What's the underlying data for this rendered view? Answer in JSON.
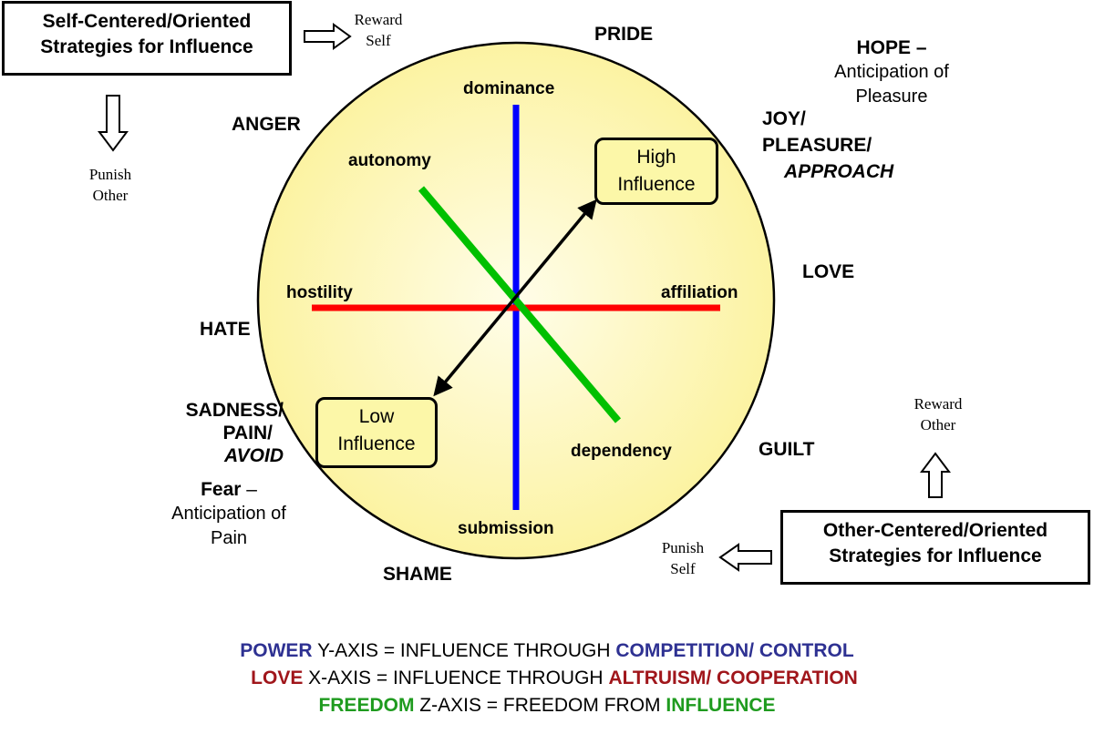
{
  "colors": {
    "power": "#2e3192",
    "love": "#a0161b",
    "freedom": "#1f9b1f",
    "y_axis": "#0000ff",
    "x_axis": "#ff0000",
    "z_axis": "#00c000",
    "circle_fill": "#fcf7a8"
  },
  "strategies": {
    "self": {
      "line1": "Self-Centered/Oriented",
      "line2": "Strategies for Influence",
      "reward_line1": "Reward",
      "reward_line2": "Self",
      "punish_line1": "Punish",
      "punish_line2": "Other"
    },
    "other": {
      "line1": "Other-Centered/Oriented",
      "line2": "Strategies for Influence",
      "reward_line1": "Reward",
      "reward_line2": "Other",
      "punish_line1": "Punish",
      "punish_line2": "Self"
    }
  },
  "emotions": {
    "pride": "PRIDE",
    "hope_title": "HOPE",
    "hope_dash": " –",
    "hope_line1": "Anticipation of",
    "hope_line2": "Pleasure",
    "joy_line1": "JOY/",
    "joy_line2": "PLEASURE/",
    "joy_line3": "APPROACH",
    "anger": "ANGER",
    "love": "LOVE",
    "hate": "HATE",
    "sadness_line1": "SADNESS/",
    "sadness_line2": "PAIN/",
    "sadness_line3": "AVOID",
    "fear_title": "Fear",
    "fear_dash": " –",
    "fear_line1": "Anticipation of",
    "fear_line2": "Pain",
    "guilt": "GUILT",
    "shame": "SHAME"
  },
  "axes": {
    "dominance": "dominance",
    "submission": "submission",
    "hostility": "hostility",
    "affiliation": "affiliation",
    "autonomy": "autonomy",
    "dependency": "dependency"
  },
  "influence": {
    "high_line1": "High",
    "high_line2": "Influence",
    "low_line1": "Low",
    "low_line2": "Influence"
  },
  "legend": {
    "power": {
      "key": "POWER",
      "axis": " Y-AXIS = INFLUENCE THROUGH ",
      "value": "COMPETITION/ CONTROL"
    },
    "love": {
      "key": "LOVE",
      "axis": " X-AXIS = INFLUENCE THROUGH ",
      "value": "ALTRUISM/ COOPERATION"
    },
    "freedom": {
      "key": "FREEDOM",
      "axis": " Z-AXIS = FREEDOM FROM ",
      "value": "INFLUENCE"
    }
  }
}
